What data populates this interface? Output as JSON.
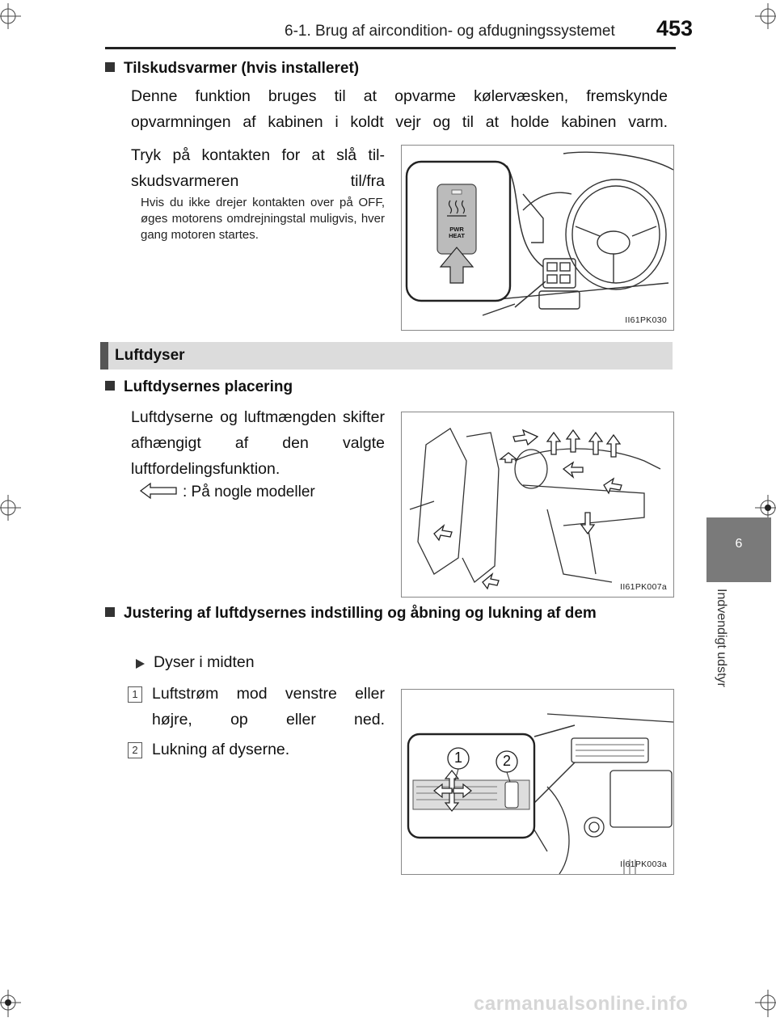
{
  "header": {
    "section_title": "6-1. Brug af aircondition- og afdugningssystemet",
    "page_number": "453"
  },
  "side_tab": {
    "chapter_number": "6",
    "chapter_label": "Indvendigt udstyr"
  },
  "section1": {
    "heading": "Tilskudsvarmer (hvis installeret)",
    "intro": "Denne funktion bruges til at opvarme kølervæsken, fremskynde opvarmningen af kabinen i koldt vejr og til at holde kabinen varm.",
    "instruction": "Tryk på kontakten for at slå til-skudsvarmeren til/fra",
    "note": "Hvis du ikke drejer kontakten over på OFF, øges motorens omdrejningstal muligvis, hver gang motoren startes.",
    "figure_code": "II61PK030",
    "switch_label": "PWR HEAT"
  },
  "section_bar": {
    "label": "Luftdyser"
  },
  "section2": {
    "heading": "Luftdysernes placering",
    "text": "Luftdyserne og luftmængden skifter afhængigt af den valgte luftfordelingsfunktion.",
    "legend": ": På nogle modeller",
    "figure_code": "II61PK007a"
  },
  "section3": {
    "heading": "Justering af luftdysernes indstilling og åbning og lukning af dem",
    "subheading": "Dyser i midten",
    "items": [
      {
        "num": "1",
        "text": "Luftstrøm mod venstre eller højre, op eller ned."
      },
      {
        "num": "2",
        "text": "Lukning af dyserne."
      }
    ],
    "figure_code": "II61PK003a",
    "callouts": [
      "1",
      "2"
    ]
  },
  "watermark": "carmanualsonline.info"
}
